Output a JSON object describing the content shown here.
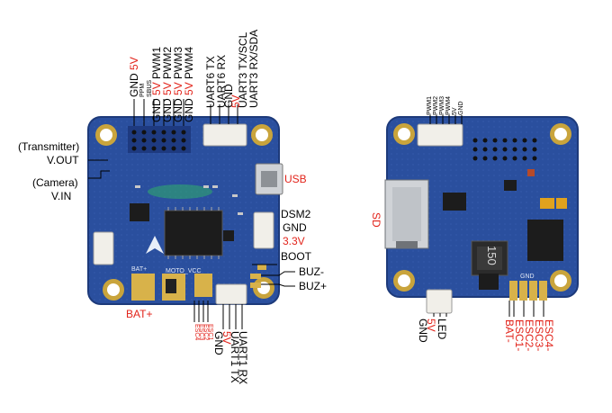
{
  "front_board": {
    "top_headers": {
      "col1": [
        "GND",
        "5V",
        "PPM",
        "SBUS"
      ],
      "col2": [
        "GND",
        "5V",
        "PWM1"
      ],
      "col3": [
        "GND",
        "5V",
        "PWM2"
      ],
      "col4": [
        "GND",
        "5V",
        "PWM3"
      ],
      "col5": [
        "GND",
        "5V",
        "PWM4"
      ],
      "uart6_tx": "UART6 TX",
      "uart6_rx": "UART6 RX",
      "gnd": "GND",
      "v5": "5V",
      "uart3_tx_scl": "UART3 TX/SCL",
      "uart3_rx_sda": "UART3 RX/SDA"
    },
    "left": {
      "transmitter": "(Transmitter)",
      "vout": "V.OUT",
      "camera": "(Camera)",
      "vin": "V.IN"
    },
    "right": {
      "usb": "USB",
      "dsm2": "DSM2",
      "gnd": "GND",
      "v33": "3.3V",
      "boot": "BOOT",
      "buz_minus": "BUZ-",
      "buz_plus": "BUZ+"
    },
    "bottom": {
      "bat_plus": "BAT+",
      "esc4": "ESC4",
      "esc3": "ESC3",
      "esc2": "ESC2",
      "esc1": "ESC1",
      "v5": "5V",
      "gnd": "GND",
      "uart1_rx": "UART1 RX",
      "uart1_tx": "UART1 TX"
    },
    "silkscreen": {
      "bat": "BAT+",
      "moto": "MOTO_VCC"
    }
  },
  "back_board": {
    "top_header": [
      "PWM1",
      "PWM2",
      "PWM3",
      "PWM4",
      "5V",
      "GND"
    ],
    "left": {
      "sd": "SD"
    },
    "inductor": "150",
    "bottom_left": {
      "gnd": "GND",
      "v5": "5V",
      "led": "LED"
    },
    "bottom_right": [
      "BAT-",
      "ESC1-",
      "ESC2-",
      "ESC3-",
      "ESC4-"
    ],
    "silkscreen_gnd": "GND"
  },
  "colors": {
    "pcb": "#2a4f9e",
    "pcb_edge": "#1d3a7a",
    "gold": "#d8b24a",
    "chip": "#1c1c1c",
    "connector": "#f1efe9",
    "label_red": "#e2231a"
  }
}
